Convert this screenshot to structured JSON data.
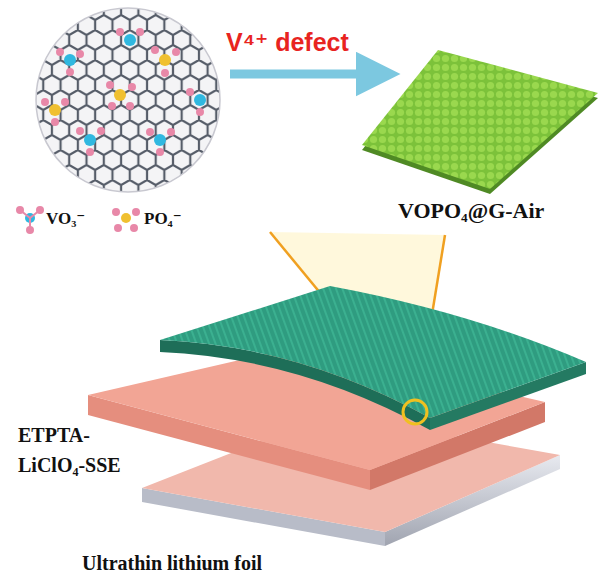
{
  "diagram": {
    "labels": [
      "V⁴⁺ defect",
      "VO₃⁻",
      "PO₄⁻",
      "VOPO₄@G-Air",
      "ETPTA-LiClO₄-SSE",
      "Ultrathin lithium foil"
    ]
  }
}
